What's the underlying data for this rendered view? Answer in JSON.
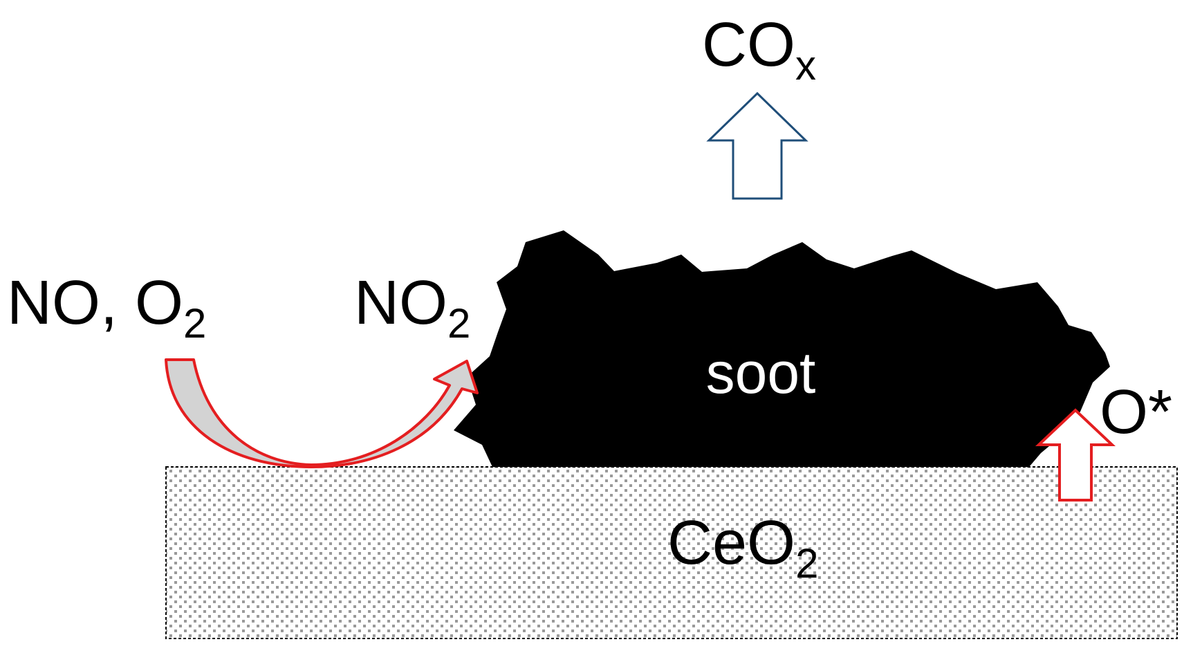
{
  "labels": {
    "cox_main": "CO",
    "cox_sub": "x",
    "no_o2_main": "NO, O",
    "no_o2_sub": "2",
    "no2_main": "NO",
    "no2_sub": "2",
    "soot": "soot",
    "ostar": "O*",
    "ceo2_main": "CeO",
    "ceo2_sub": "2"
  },
  "colors": {
    "red_arrow": "#e41e20",
    "blue_arrow": "#1f4e79",
    "soot": "#000000",
    "support_dots": "#9a9a9a",
    "gray_fill": "#d3d3d3"
  }
}
